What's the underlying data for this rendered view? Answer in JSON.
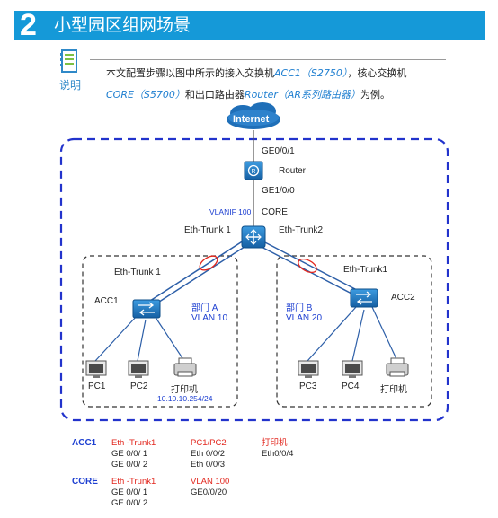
{
  "banner": {
    "number": "2",
    "title": "小型园区组网场景"
  },
  "note": {
    "label": "说明",
    "text_a": "本文配置步骤以图中所示的接入交换机",
    "acc_model": "ACC1（S2750）",
    "text_b": "，核心交换机",
    "core_model": "CORE（S5700）",
    "text_c": "和出口路由器",
    "router_model": "Router（AR系列路由器）",
    "text_d": "为例。"
  },
  "diagram": {
    "internet": "Internet",
    "router_uplink": "GE0/0/1",
    "router": "Router",
    "router_downlink": "GE1/0/0",
    "vlanif": "VLANIF 100",
    "core": "CORE",
    "core_trunk1": "Eth-Trunk 1",
    "core_trunk2": "Eth-Trunk2",
    "acc1_trunk": "Eth-Trunk 1",
    "acc2_trunk": "Eth-Trunk1",
    "acc1": "ACC1",
    "acc2": "ACC2",
    "dept_a": "部门  A",
    "vlan_a": "VLAN 10",
    "dept_b": "部门  B",
    "vlan_b": "VLAN 20",
    "pc1": "PC1",
    "pc2": "PC2",
    "printer_a": "打印机",
    "printer_ip": "10.10.10.254/24",
    "pc3": "PC3",
    "pc4": "PC4",
    "printer_b": "打印机"
  },
  "ports": {
    "acc1": {
      "device": "ACC1",
      "trunk_head": "Eth -Trunk1",
      "trunk_ports": [
        "GE 0/0/ 1",
        "GE 0/0/ 2"
      ],
      "pc_head": "PC1/PC2",
      "pc_ports": [
        "Eth 0/0/2",
        "Eth 0/0/3"
      ],
      "printer_head": "打印机",
      "printer_ports": [
        "Eth0/0/4"
      ]
    },
    "core": {
      "device": "CORE",
      "trunk_head": "Eth -Trunk1",
      "trunk_ports": [
        "GE 0/0/ 1",
        "GE 0/0/ 2"
      ],
      "vlan_head": "VLAN 100",
      "vlan_ports": [
        "GE0/0/20"
      ]
    }
  },
  "colors": {
    "accent": "#1599d8",
    "dashed_border": "#2233cc",
    "device": "#1a78c2",
    "trunk_link": "#2d5fa8",
    "lag_marker": "#e2261d"
  }
}
